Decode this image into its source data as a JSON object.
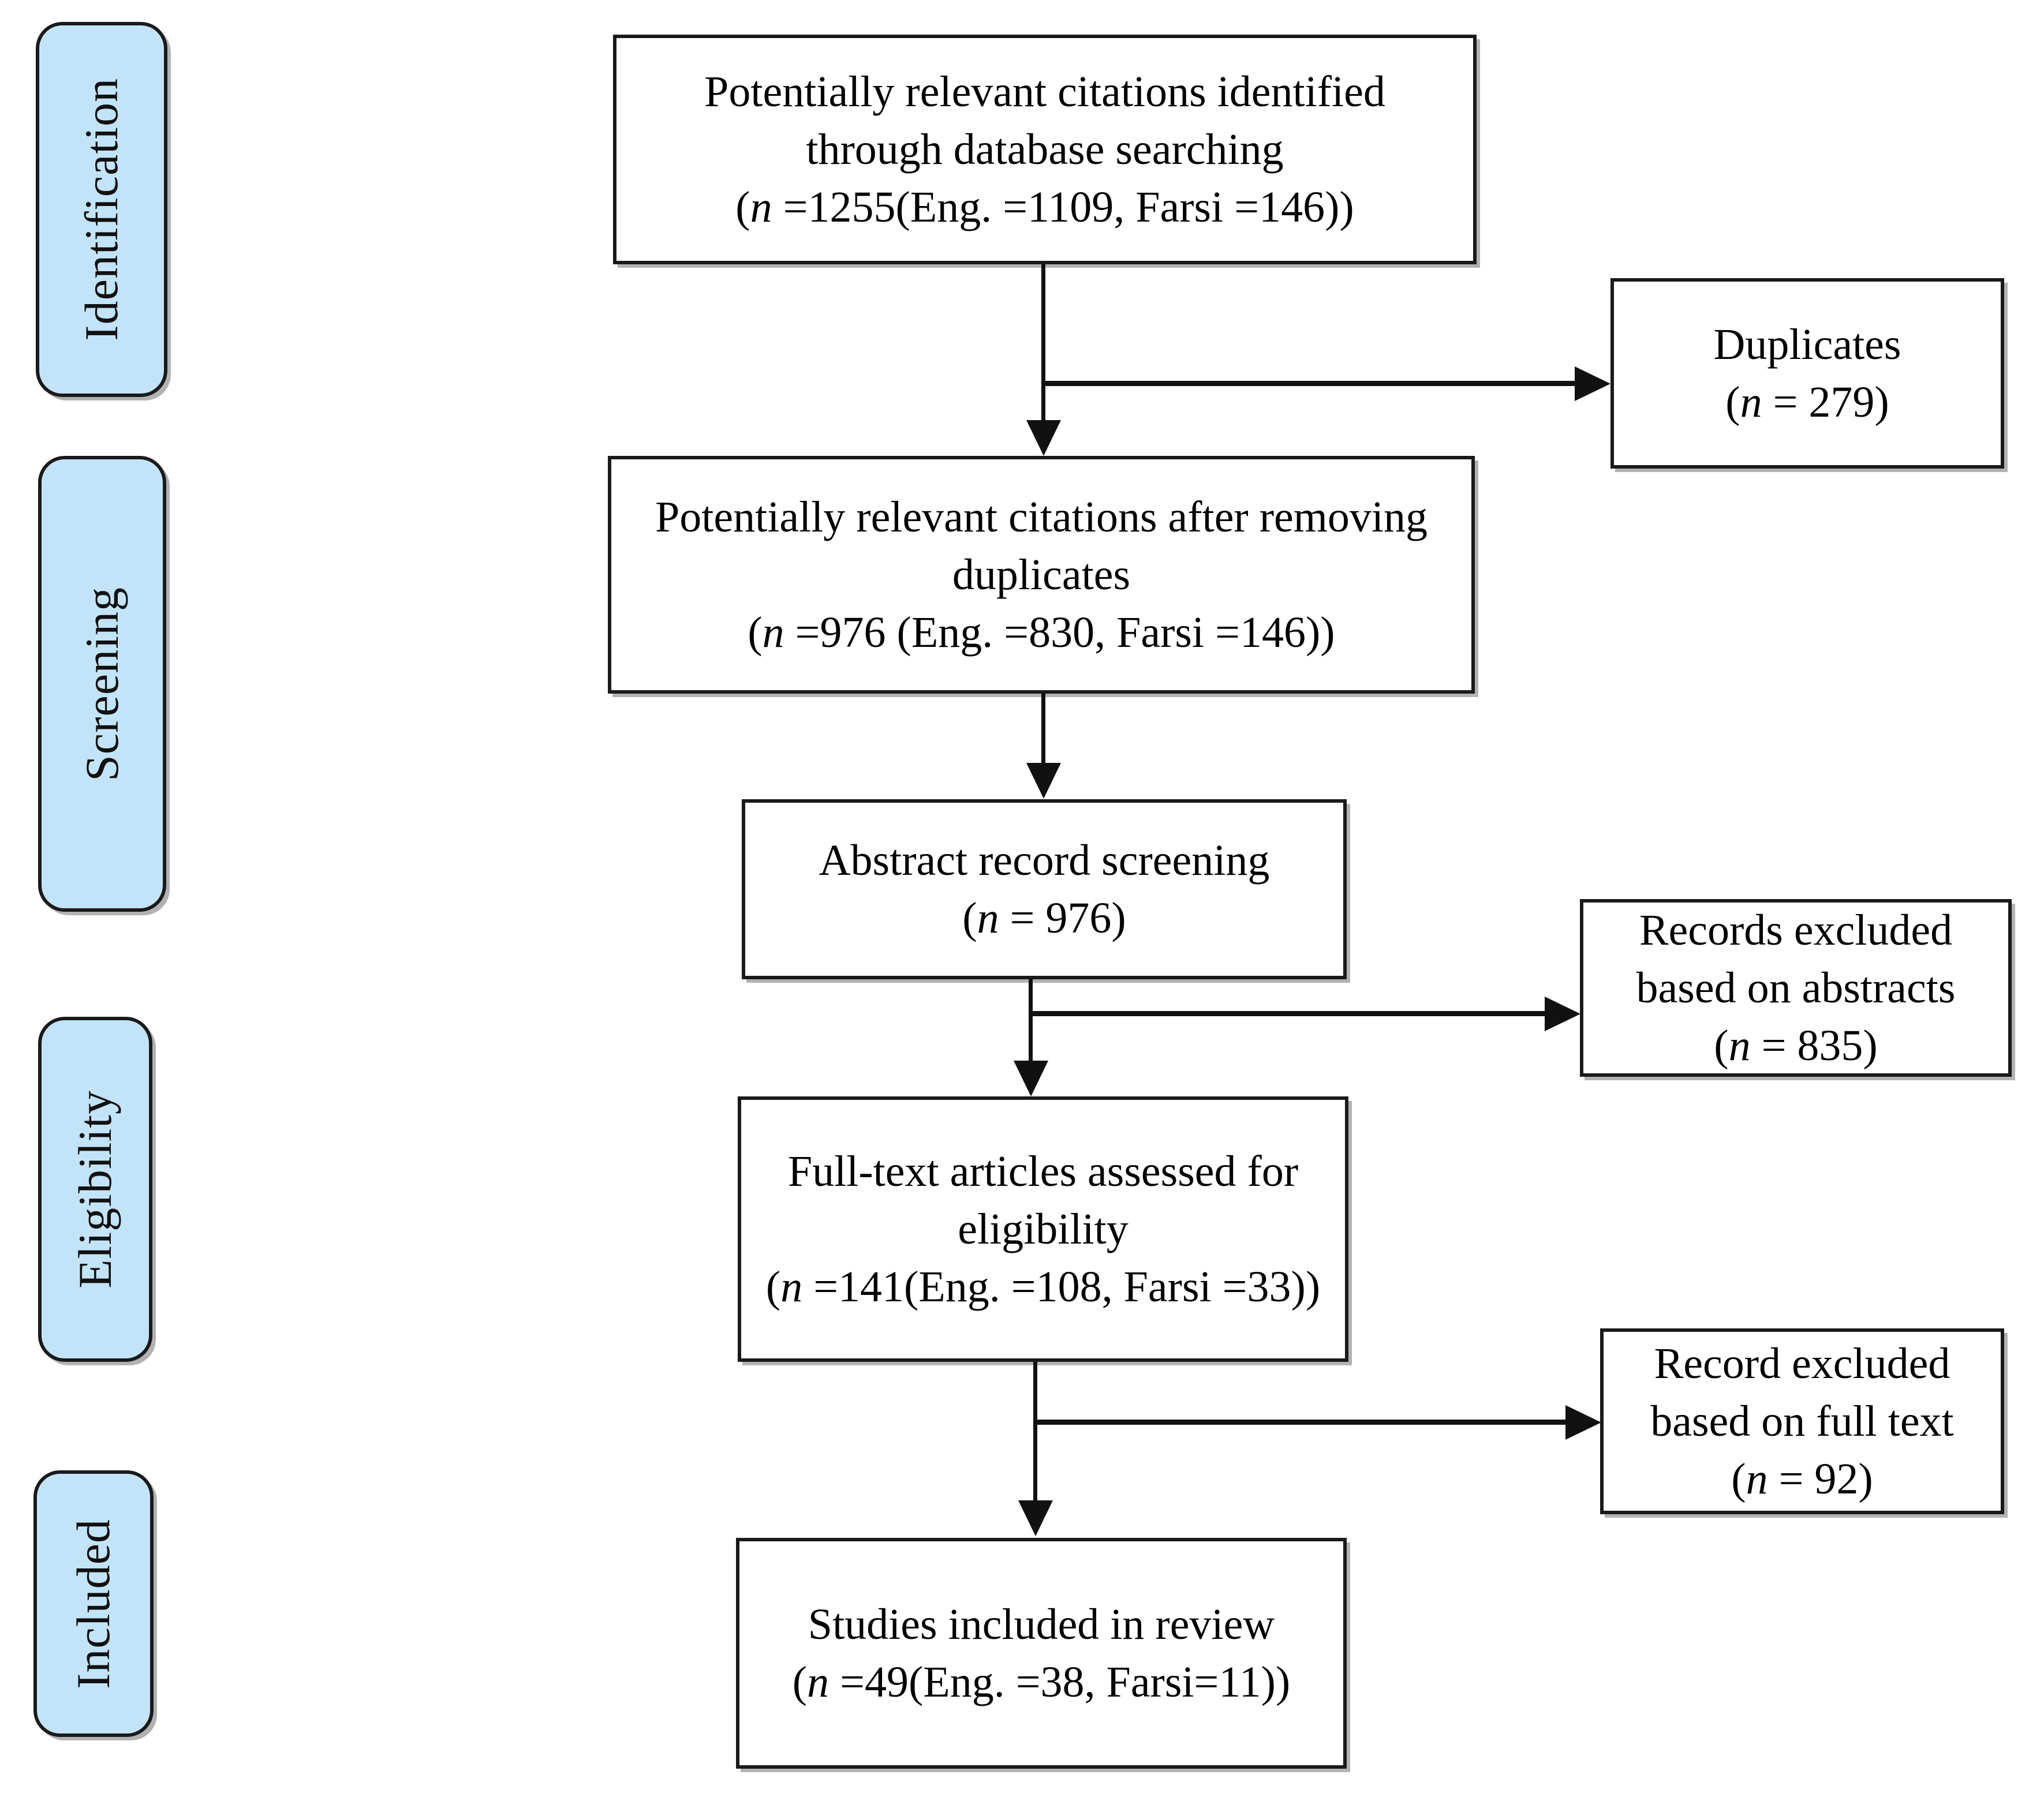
{
  "diagram": {
    "title": "PRISMA study selection flow diagram",
    "accent_blue": "#c3e4f8",
    "line_color": "#111111",
    "stages": [
      {
        "id": "identification",
        "label": "Identification"
      },
      {
        "id": "screening",
        "label": "Screening"
      },
      {
        "id": "eligibility",
        "label": "Eligibility"
      },
      {
        "id": "included",
        "label": "Included"
      }
    ],
    "flow_boxes": [
      {
        "id": "records-identified",
        "line1": "Potentially relevant citations identified",
        "line2": "through database searching",
        "count_prefix": "(",
        "count_italic": "n",
        "count_rest": " =1255(Eng. =1109, Farsi =146))",
        "text": "Potentially relevant citations identified\nthrough database searching\n(n =1255(Eng. =1109, Farsi =146))"
      },
      {
        "id": "records-after-duplicates",
        "line1": "Potentially relevant citations after removing",
        "line2": "duplicates",
        "count_italic": "n",
        "count_rest": " =976 (Eng. =830, Farsi =146))",
        "text": "Potentially relevant citations after removing\nduplicates\n(n =976 (Eng. =830, Farsi =146))"
      },
      {
        "id": "abstract-screening",
        "line1": "Abstract record screening",
        "count_italic": "n",
        "count_rest": " = 976)",
        "text": "Abstract record screening\n(n = 976)"
      },
      {
        "id": "fulltext-eligibility",
        "line1": "Full-text articles assessed for",
        "line2": "eligibility",
        "count_italic": "n",
        "count_rest": " =141(Eng. =108, Farsi =33))",
        "text": "Full-text articles assessed for\neligibility\n(n =141(Eng. =108, Farsi =33))"
      },
      {
        "id": "studies-included",
        "line1": "Studies included in review",
        "count_italic": "n",
        "count_rest": " =49(Eng. =38, Farsi=11))",
        "text": "Studies included in review\n(n =49(Eng. =38, Farsi=11))"
      }
    ],
    "exclusion_boxes": [
      {
        "id": "duplicates",
        "line1": "Duplicates",
        "count_italic": "n",
        "count_rest": " = 279)",
        "text": "Duplicates\n(n = 279)"
      },
      {
        "id": "excluded-abstracts",
        "line1": "Records excluded",
        "line2": "based on abstracts",
        "count_italic": "n",
        "count_rest": " = 835)",
        "text": "Records excluded\nbased on abstracts\n(n = 835)"
      },
      {
        "id": "excluded-fulltext",
        "line1": "Record excluded",
        "line2": "based on full text",
        "count_italic": "n",
        "count_rest": " = 92)",
        "text": "Record excluded\nbased on full text\n(n = 92)"
      }
    ],
    "counts": {
      "identified_total": 1255,
      "identified_english": 1109,
      "identified_farsi": 146,
      "duplicates_removed": 279,
      "after_duplicates_total": 976,
      "after_duplicates_english": 830,
      "after_duplicates_farsi": 146,
      "abstract_screened": 976,
      "excluded_on_abstracts": 835,
      "fulltext_assessed_total": 141,
      "fulltext_assessed_english": 108,
      "fulltext_assessed_farsi": 33,
      "excluded_on_fulltext": 92,
      "included_total": 49,
      "included_english": 38,
      "included_farsi": 11
    }
  }
}
